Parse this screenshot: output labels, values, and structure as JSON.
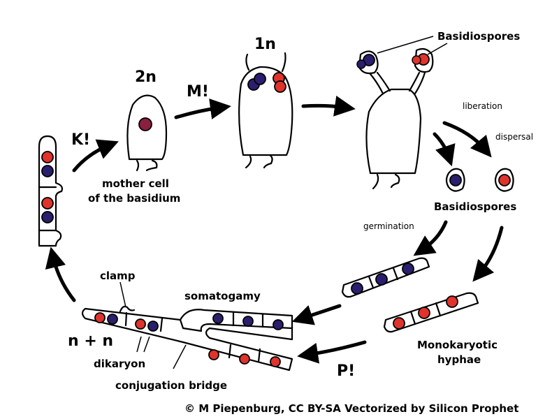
{
  "labels": {
    "stage_2n": "2n",
    "stage_1n": "1n",
    "karyogamy": "K!",
    "meiosis": "M!",
    "plasmogamy": "P!",
    "basidiospores_top": "Basidiospores",
    "liberation": "liberation",
    "dispersal": "dispersal",
    "basidiospores_mid": "Basidiospores",
    "germination": "germination",
    "mother_cell_line1": "mother cell",
    "mother_cell_line2": "of the basidium",
    "monokaryotic_line1": "Monokaryotic",
    "monokaryotic_line2": "hyphae",
    "clamp": "clamp",
    "somatogamy": "somatogamy",
    "n_plus_n": "n + n",
    "dikaryon": "dikaryon",
    "conjugation_bridge": "conjugation bridge",
    "credit": "© M Piepenburg, CC BY-SA Vectorized by Silicon Prophet"
  },
  "colors": {
    "nucleus_blue": "#2a1f6e",
    "nucleus_red": "#e0332b",
    "nucleus_fused": "#8b1f3f",
    "outline": "#000000"
  }
}
